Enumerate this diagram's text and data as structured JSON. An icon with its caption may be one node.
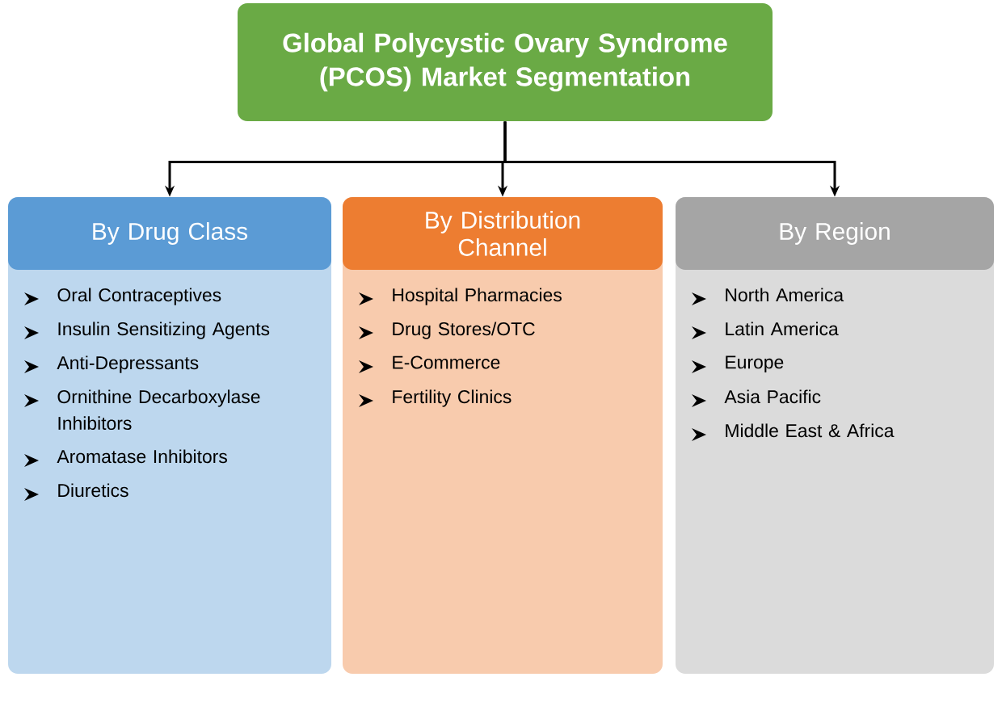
{
  "diagram": {
    "nodes": [
      {
        "text": [
          "Global Polycystic Ovary Syndrome (PCOS) Market Segmentation"
        ]
      },
      {
        "text": [
          "By Drug Class",
          "Oral Contraceptives",
          "Insulin Sensitizing Agents",
          "Anti-Depressants",
          "Ornithine Decarboxylase Inhibitors",
          "Aromatase Inhibitors",
          "Diuretics"
        ]
      },
      {
        "text": [
          "By Distribution Channel",
          "Hospital Pharmacies",
          "Drug Stores/OTC",
          "E-Commerce",
          "Fertility Clinics"
        ]
      },
      {
        "text": [
          "By Region",
          "North  America",
          "Latin America",
          "Europe",
          "Asia Pacific",
          "Middle East & Africa"
        ]
      }
    ],
    "edges": [
      {
        "from": 0,
        "to": 1,
        "arrow": "to"
      },
      {
        "from": 0,
        "to": 2,
        "arrow": "to"
      },
      {
        "from": 0,
        "to": 3,
        "arrow": "to"
      }
    ]
  }
}
